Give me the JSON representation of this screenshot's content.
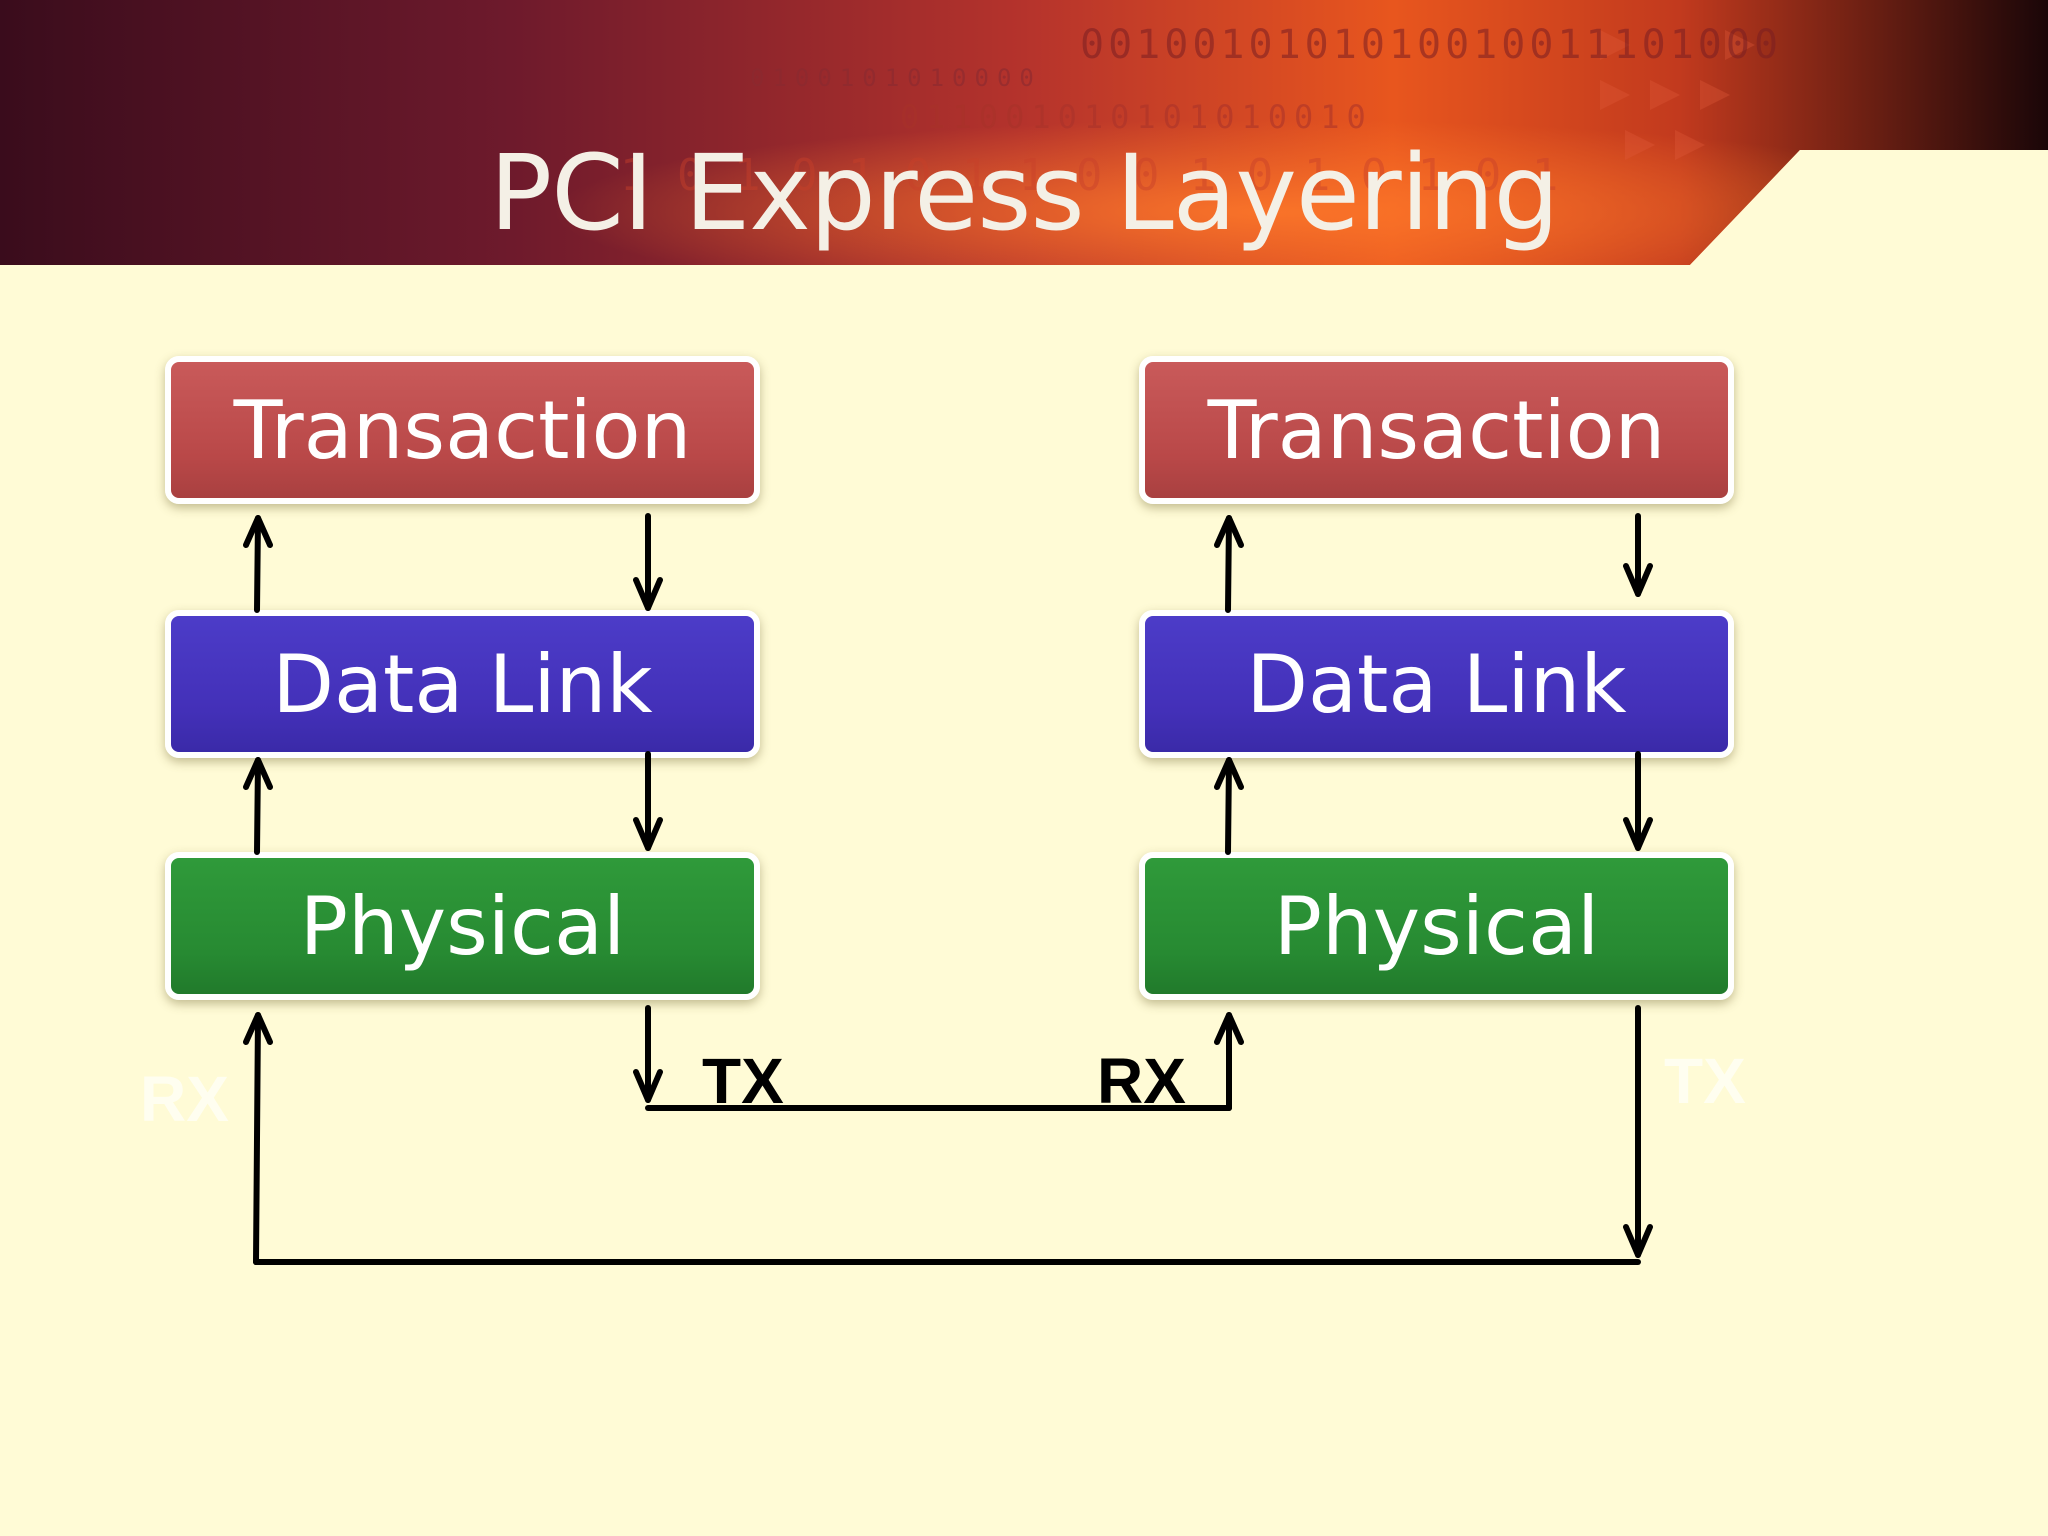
{
  "slide": {
    "title": "PCI Express Layering",
    "binary_decor": [
      "0010010101010010011101000",
      "0100101010000",
      "011001010101010010",
      "1 0 1 0 1 0 1 1 0 0 1 0 1 0 1 0 1"
    ]
  },
  "diagram": {
    "left_stack": {
      "transaction": "Transaction",
      "data_link": "Data Link",
      "physical": "Physical",
      "rx_label": "RX",
      "tx_label": "TX"
    },
    "right_stack": {
      "transaction": "Transaction",
      "data_link": "Data Link",
      "physical": "Physical",
      "rx_label": "RX",
      "tx_label": "TX"
    }
  },
  "colors": {
    "transaction": "#c05252",
    "data_link": "#4634bd",
    "physical": "#288c33",
    "background": "#fffbd6",
    "header_dark": "#3a0e18",
    "header_orange": "#e8501c"
  }
}
